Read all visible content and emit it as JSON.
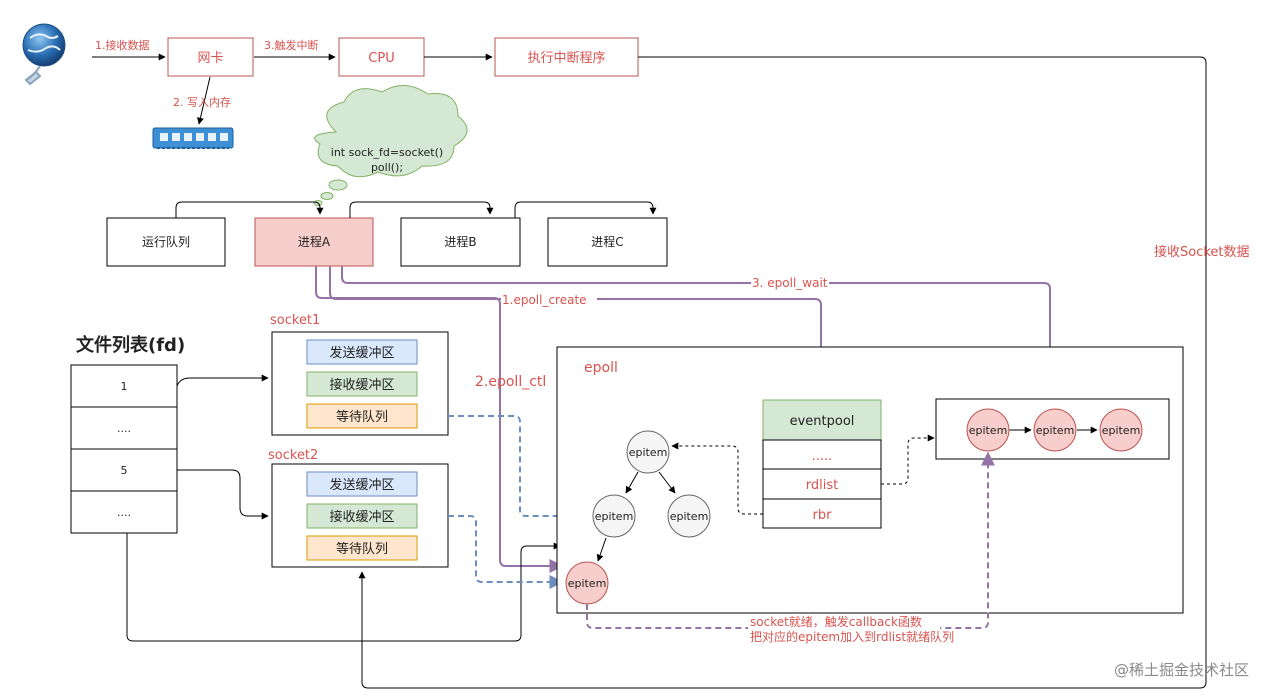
{
  "top_row": {
    "nic": "网卡",
    "cpu": "CPU",
    "interrupt_handler": "执行中断程序",
    "label_receive_data": "1.接收数据",
    "label_write_memory": "2. 写入内存",
    "label_trigger_interrupt": "3.触发中断"
  },
  "thought_bubble": {
    "line1": "int sock_fd=socket()",
    "line2": "poll();"
  },
  "processes": {
    "run_queue": "运行队列",
    "process_a": "进程A",
    "process_b": "进程B",
    "process_c": "进程C"
  },
  "calls": {
    "epoll_create": "1.epoll_create",
    "epoll_ctl": "2.epoll_ctl",
    "epoll_wait": "3. epoll_wait"
  },
  "right_label": "接收Socket数据",
  "fd_table": {
    "title": "文件列表(fd)",
    "rows": [
      "1",
      "....",
      "5",
      "...."
    ]
  },
  "socket1": {
    "name": "socket1",
    "send_buffer": "发送缓冲区",
    "recv_buffer": "接收缓冲区",
    "wait_queue": "等待队列"
  },
  "socket2": {
    "name": "socket2",
    "send_buffer": "发送缓冲区",
    "recv_buffer": "接收缓冲区",
    "wait_queue": "等待队列"
  },
  "epoll": {
    "label": "epoll",
    "eventpool": "eventpool",
    "rows": [
      ".....",
      "rdlist",
      "rbr"
    ],
    "tree_nodes": [
      "epitem",
      "epitem",
      "epitem",
      "epitem"
    ],
    "ready_list": [
      "epitem",
      "epitem",
      "epitem"
    ]
  },
  "callback_note": {
    "line1": "socket就绪，触发callback函数",
    "line2": "把对应的epitem加入到rdlist就绪队列"
  },
  "footer": "@稀土掘金技术社区",
  "colors": {
    "red_text": "#d9534f",
    "process_a_fill": "#f8cecc",
    "blue_fill": "#dae8fc",
    "green_fill": "#d5e8d4",
    "orange_fill": "#ffe6cc",
    "purple_line": "#9673a6",
    "blue_dash": "#6c8ebf"
  }
}
